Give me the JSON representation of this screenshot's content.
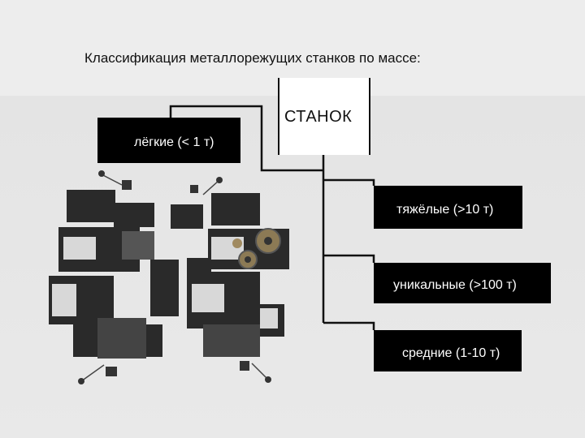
{
  "title": "Классификация металлорежущих станков по массе:",
  "diagram": {
    "root": {
      "label": "СТАНОК"
    },
    "nodes": [
      {
        "id": "light",
        "label": "лёгкие (< 1 т)"
      },
      {
        "id": "heavy",
        "label": "тяжёлые (>10 т)"
      },
      {
        "id": "unique",
        "label": "уникальные (>100 т)"
      },
      {
        "id": "medium",
        "label": "средние (1-10 т)"
      }
    ]
  },
  "colors": {
    "node_fill": "#000000",
    "node_text": "#ffffff",
    "line": "#111111",
    "background": "#ededed"
  },
  "illustration": {
    "icon": "milling-machines-illustration"
  }
}
